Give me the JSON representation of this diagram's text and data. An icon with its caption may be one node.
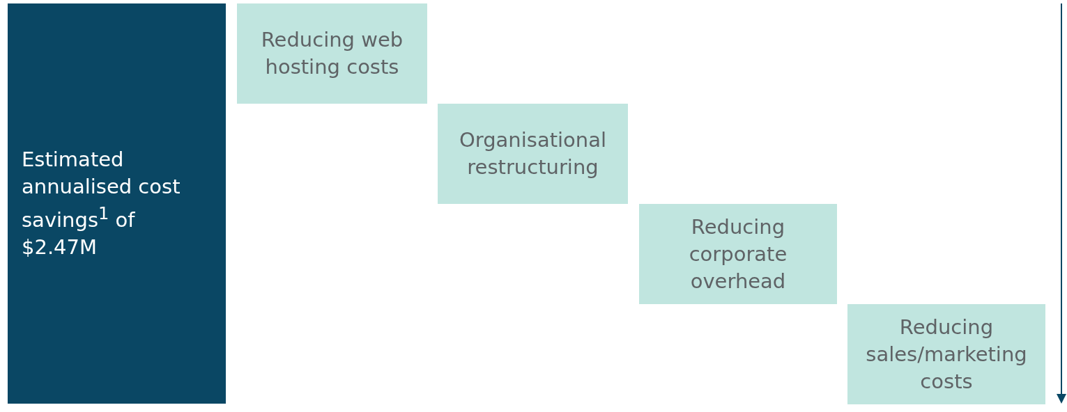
{
  "diagram": {
    "nodes": [
      {
        "text": [
          "Estimated annualised cost savings$^{1}$ of $2.47M"
        ]
      },
      {
        "text": [
          "Reducing web hosting costs"
        ]
      },
      {
        "text": [
          "Organisational restructuring"
        ]
      },
      {
        "text": [
          "Reducing corporate overhead"
        ]
      },
      {
        "text": [
          "Reducing sales/marketing costs"
        ]
      }
    ]
  }
}
